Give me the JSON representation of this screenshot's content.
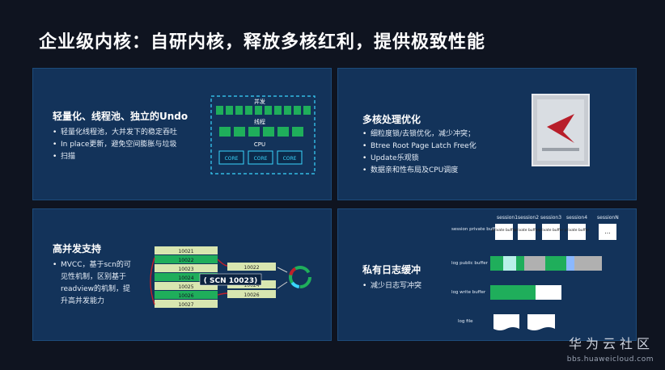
{
  "title": "企业级内核：自研内核，释放多核红利，提供极致性能",
  "panel1": {
    "heading": "轻量化、线程池、独立的Undo",
    "bullets": [
      "轻量化线程池，大并发下的稳定吞吐",
      "In place更新，避免空间膨胀与垃圾",
      "扫描"
    ],
    "diagram": {
      "top_label": "并发",
      "mid_label": "线程",
      "cpu_label": "CPU",
      "core_label": "CORE"
    }
  },
  "panel2": {
    "heading": "多核处理优化",
    "bullets": [
      "细粒度锁/去锁优化，减少冲突；",
      "Btree Root Page Latch Free化",
      "Update乐观锁",
      "数据亲和性布局及CPU调度"
    ]
  },
  "panel3": {
    "heading": "高并发支持",
    "bullets": [
      "MVCC，基于scn的可",
      "见性机制，区别基于",
      "readview的机制，提",
      "升高并发能力"
    ],
    "diagram": {
      "left_cells": [
        "10021",
        "10022",
        "10023",
        "10024",
        "10025",
        "10026",
        "10027"
      ],
      "right_cells": [
        "10022",
        "10024",
        "10026"
      ],
      "scn_label": "( SCN 10023)"
    }
  },
  "panel4": {
    "heading": "私有日志缓冲",
    "bullets": [
      "减少日志写冲突"
    ],
    "diagram": {
      "sessions": [
        "session1",
        "session2",
        "session3",
        "session4",
        "sessionN"
      ],
      "private_label": "private buffer",
      "ellipsis": "...",
      "row_labels": [
        "session private buffer",
        "log public buffer",
        "log write buffer",
        "log file"
      ]
    }
  },
  "watermark": {
    "cn": "华为云社区",
    "url": "bbs.huaweicloud.com"
  },
  "colors": {
    "panel": "#13335a",
    "green": "#1fae5b",
    "cyan": "#3ad6ff",
    "gray": "#b0b0b0"
  }
}
